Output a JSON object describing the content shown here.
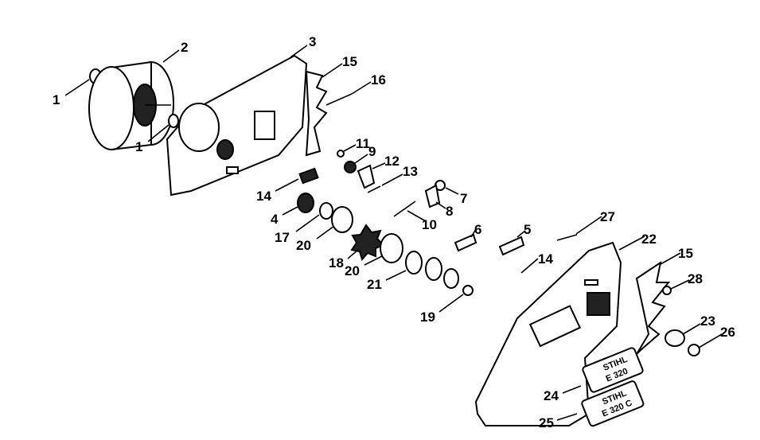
{
  "diagram": {
    "callouts": [
      "1",
      "2",
      "1",
      "3",
      "15",
      "16",
      "11",
      "9",
      "12",
      "13",
      "14",
      "7",
      "8",
      "10",
      "4",
      "17",
      "6",
      "5",
      "27",
      "22",
      "15",
      "28",
      "20",
      "18",
      "14",
      "20",
      "21",
      "19",
      "23",
      "26",
      "24",
      "25"
    ],
    "stickers": [
      {
        "line1": "STIHL",
        "line2": "E 320"
      },
      {
        "line1": "STIHL",
        "line2": "E 320 C"
      }
    ]
  }
}
